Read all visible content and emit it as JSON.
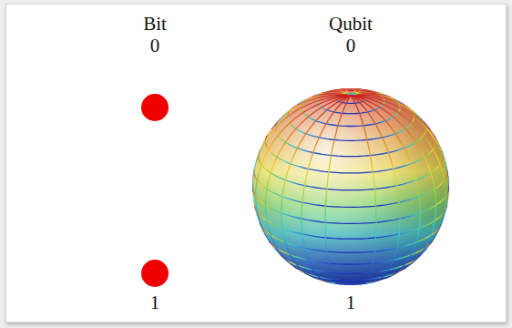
{
  "diagram": {
    "labels": [
      "Bit",
      "0",
      "1",
      "Qubit",
      "0",
      "1"
    ]
  }
}
